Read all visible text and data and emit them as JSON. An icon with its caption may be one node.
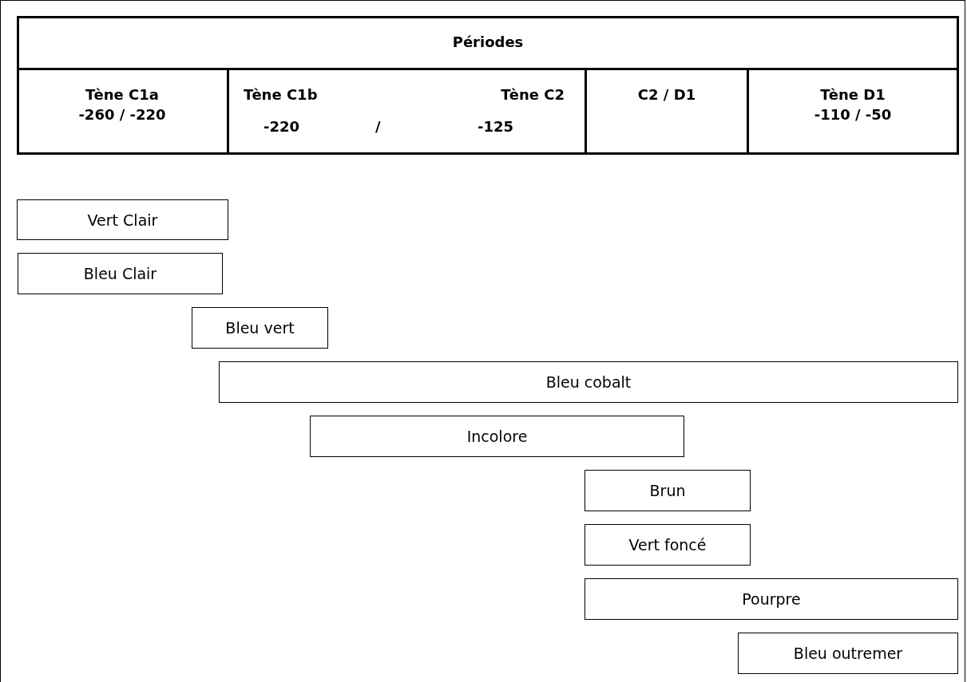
{
  "diagram": {
    "nodes": [
      {
        "text": [
          "Vert Clair"
        ]
      },
      {
        "text": [
          "Bleu Clair"
        ]
      },
      {
        "text": [
          "Bleu vert"
        ]
      },
      {
        "text": [
          "Bleu cobalt"
        ]
      },
      {
        "text": [
          "Incolore"
        ]
      },
      {
        "text": [
          "Brun"
        ]
      },
      {
        "text": [
          "Vert foncé"
        ]
      },
      {
        "text": [
          "Pourpre"
        ]
      },
      {
        "text": [
          "Bleu outremer"
        ]
      }
    ],
    "labels": [
      "Périodes",
      "Tène C1a -260 / -220",
      "Tène C1b",
      "Tène C2",
      "-220",
      "/",
      "-125",
      "C2 / D1",
      "Tène D1 -110 / -50"
    ]
  }
}
